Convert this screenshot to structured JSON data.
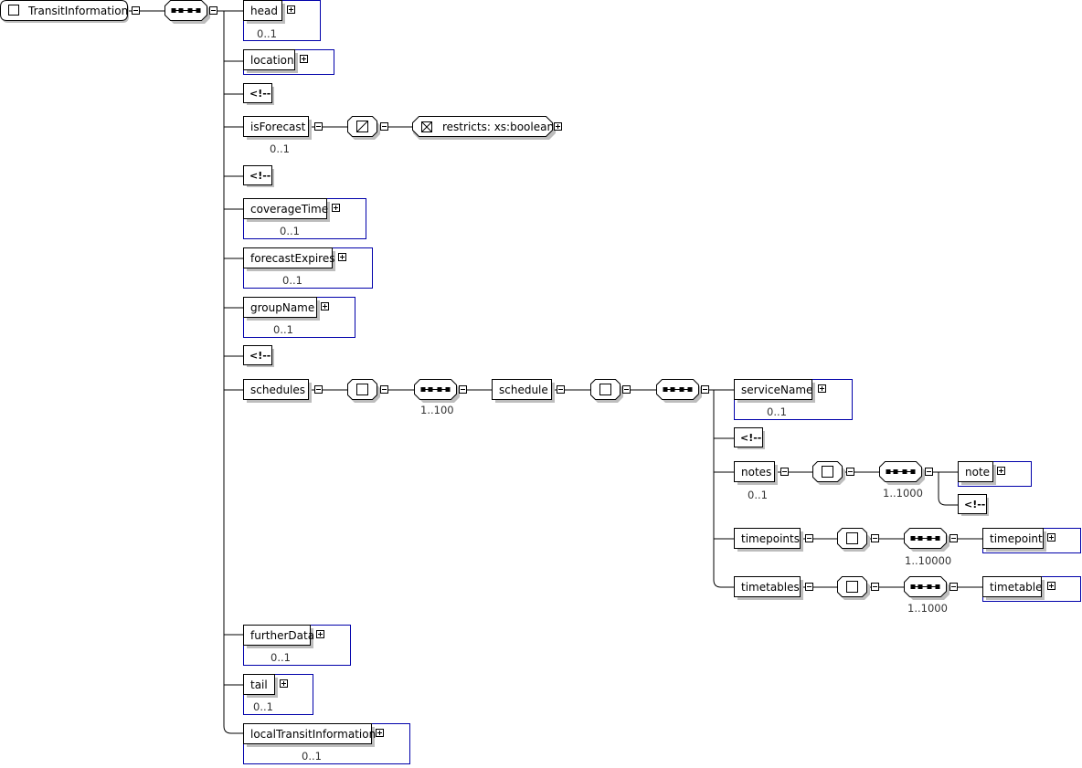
{
  "root": {
    "label": "TransitInformation"
  },
  "elements": {
    "head": {
      "label": "head",
      "cardinality": "0..1"
    },
    "location": {
      "label": "location"
    },
    "isForecast": {
      "label": "isForecast",
      "cardinality": "0..1",
      "restriction": "restricts: xs:boolean"
    },
    "coverageTime": {
      "label": "coverageTime",
      "cardinality": "0..1"
    },
    "forecastExpires": {
      "label": "forecastExpires",
      "cardinality": "0..1"
    },
    "groupName": {
      "label": "groupName",
      "cardinality": "0..1"
    },
    "schedules": {
      "label": "schedules",
      "sequence_cardinality": "1..100"
    },
    "schedule": {
      "label": "schedule"
    },
    "serviceName": {
      "label": "serviceName",
      "cardinality": "0..1"
    },
    "notes": {
      "label": "notes",
      "cardinality": "0..1",
      "sequence_cardinality": "1..1000"
    },
    "note": {
      "label": "note"
    },
    "timepoints": {
      "label": "timepoints",
      "sequence_cardinality": "1..10000"
    },
    "timepoint": {
      "label": "timepoint"
    },
    "timetables": {
      "label": "timetables",
      "sequence_cardinality": "1..1000"
    },
    "timetable": {
      "label": "timetable"
    },
    "furtherData": {
      "label": "furtherData",
      "cardinality": "0..1"
    },
    "tail": {
      "label": "tail",
      "cardinality": "0..1"
    },
    "localTransitInformation": {
      "label": "localTransitInformation",
      "cardinality": "0..1"
    }
  },
  "comment_label": "<!--",
  "icons": {
    "expand": "plus-box-icon",
    "collapse": "minus-box-icon",
    "sequence": "sequence-compositor-icon",
    "complex_type": "complex-type-icon",
    "simple_type": "simple-type-icon",
    "restriction": "restriction-icon",
    "comment": "comment-icon"
  },
  "colors": {
    "line": "#000000",
    "optional_border": "#0000aa",
    "shadow": "#bdbdbd",
    "muted_text": "#333333"
  }
}
